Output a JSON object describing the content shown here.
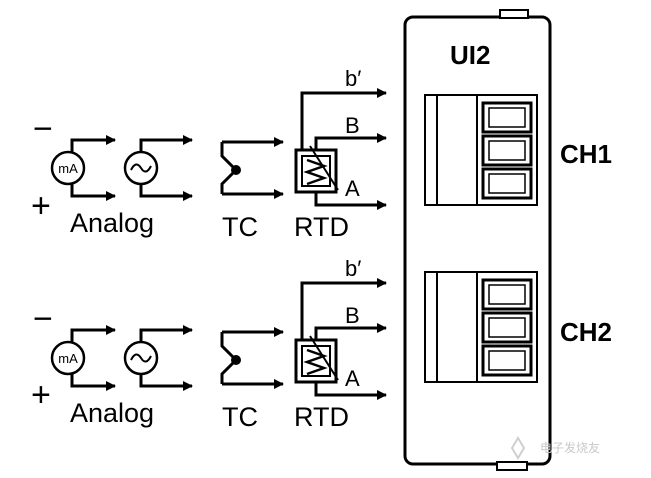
{
  "module": {
    "name": "UI2",
    "channels": [
      {
        "name": "CH1",
        "polarity": {
          "minus": "−",
          "plus": "+"
        },
        "sources": {
          "meter_symbol": "mA",
          "analog": "Analog",
          "tc": "TC",
          "rtd": "RTD"
        },
        "outputs": {
          "b_prime": "b′",
          "b": "B",
          "a": "A"
        }
      },
      {
        "name": "CH2",
        "polarity": {
          "minus": "−",
          "plus": "+"
        },
        "sources": {
          "meter_symbol": "mA",
          "analog": "Analog",
          "tc": "TC",
          "rtd": "RTD"
        },
        "outputs": {
          "b_prime": "b′",
          "b": "B",
          "a": "A"
        }
      }
    ]
  },
  "watermark": "电子发烧友"
}
